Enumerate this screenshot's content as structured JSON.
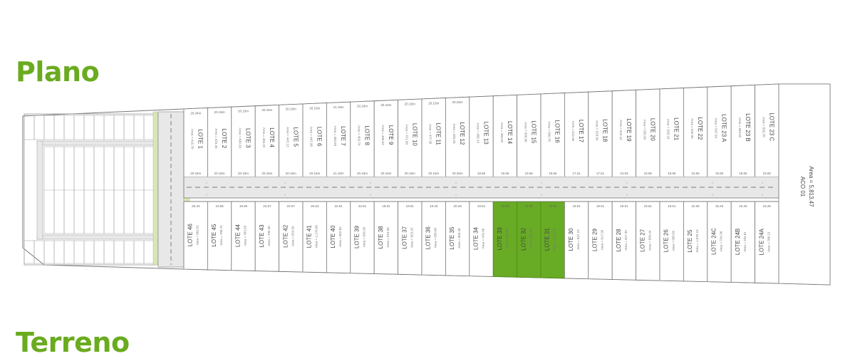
{
  "headings": {
    "plano": "Plano",
    "terreno": "Terreno"
  },
  "colors": {
    "accent": "#6aab1f",
    "highlight_fill": "#68ab25",
    "line": "#777777",
    "road": "#e8e8e8"
  },
  "top_lots": [
    {
      "label": "LOTE 1",
      "area": "Area = 416.70"
    },
    {
      "label": "LOTE 2",
      "area": "Area = 424.46"
    },
    {
      "label": "LOTE 3",
      "area": "Area = 430.34"
    },
    {
      "label": "LOTE 4",
      "area": "Area = 436.22"
    },
    {
      "label": "LOTE 5",
      "area": "Area = 442.13"
    },
    {
      "label": "LOTE 6",
      "area": "Area = 447.98"
    },
    {
      "label": "LOTE 7",
      "area": "Area = 453.83"
    },
    {
      "label": "LOTE 8",
      "area": "Area = 459.74"
    },
    {
      "label": "LOTE 9",
      "area": "Area = 465.62"
    },
    {
      "label": "LOTE 10",
      "area": "Area = 471.50"
    },
    {
      "label": "LOTE 11",
      "area": "Area = 477.38"
    },
    {
      "label": "LOTE 12",
      "area": "Area = 483.26"
    },
    {
      "label": "LOTE 13",
      "area": "Area = 489.14"
    },
    {
      "label": "LOTE 14",
      "area": "Area = 495.02"
    },
    {
      "label": "LOTE 15",
      "area": "Area = 500.90"
    },
    {
      "label": "LOTE 16",
      "area": "Area = 506.78"
    },
    {
      "label": "LOTE 17",
      "area": "Area = 512.66"
    },
    {
      "label": "LOTE 18",
      "area": "Area = 518.54"
    },
    {
      "label": "LOTE 19",
      "area": "Area = 524.42"
    },
    {
      "label": "LOTE 20",
      "area": "Area = 530.30"
    },
    {
      "label": "LOTE 21",
      "area": "Area = 536.18"
    },
    {
      "label": "LOTE 22",
      "area": "Area = 542.06"
    },
    {
      "label": "LOTE 23 A",
      "area": "Area = 547.94"
    },
    {
      "label": "LOTE 23 B",
      "area": "Area = 553.82"
    },
    {
      "label": "LOTE 23 C",
      "area": "Area = 559.70"
    }
  ],
  "bottom_lots": [
    {
      "label": "LOTE 46",
      "area": "Area = 862.91",
      "highlight": false
    },
    {
      "label": "LOTE 45",
      "area": "Area = 788.75",
      "highlight": false
    },
    {
      "label": "LOTE 44",
      "area": "Area = 783.63",
      "highlight": false
    },
    {
      "label": "LOTE 43",
      "area": "Area = 705.30",
      "highlight": false
    },
    {
      "label": "LOTE 42",
      "area": "Area = 634.50",
      "highlight": false
    },
    {
      "label": "LOTE 41",
      "area": "Area = 1,170.68",
      "highlight": false
    },
    {
      "label": "LOTE 40",
      "area": "Area = 952.82",
      "highlight": false
    },
    {
      "label": "LOTE 39",
      "area": "Area = 826.05",
      "highlight": false
    },
    {
      "label": "LOTE 38",
      "area": "Area = 816.90",
      "highlight": false
    },
    {
      "label": "LOTE 37",
      "area": "Area = 823.32",
      "highlight": false
    },
    {
      "label": "LOTE 36",
      "area": "Area = 836.00",
      "highlight": false
    },
    {
      "label": "LOTE 35",
      "area": "Area = 855.48",
      "highlight": false
    },
    {
      "label": "LOTE 34",
      "area": "Area = 476.06",
      "highlight": false
    },
    {
      "label": "LOTE 33",
      "area": "Area = 960.91",
      "highlight": true
    },
    {
      "label": "LOTE 32",
      "area": "Area = 998.28",
      "highlight": true
    },
    {
      "label": "LOTE 31",
      "area": "Area = 1,007.20",
      "highlight": true
    },
    {
      "label": "LOTE 30",
      "area": "Area = 847.23",
      "highlight": false
    },
    {
      "label": "LOTE 29",
      "area": "Area = 817.05",
      "highlight": false
    },
    {
      "label": "LOTE 28",
      "area": "Area = 827.30",
      "highlight": false
    },
    {
      "label": "LOTE 27",
      "area": "Area = 839.44",
      "highlight": false
    },
    {
      "label": "LOTE 26",
      "area": "Area = 950.56",
      "highlight": false
    },
    {
      "label": "LOTE 25",
      "area": "Area = 1,070.10",
      "highlight": false
    },
    {
      "label": "LOTE 24C",
      "area": "Area = 734.38",
      "highlight": false
    },
    {
      "label": "LOTE 24B",
      "area": "Area = 764.61",
      "highlight": false
    },
    {
      "label": "LOTE 24A",
      "area": "Area = 788.23",
      "highlight": false
    }
  ],
  "bottom_frontages": [
    "20.34",
    "19.86",
    "19.86",
    "22.57",
    "22.87",
    "26.53",
    "22.81",
    "22.81",
    "19.81",
    "19.81",
    "19.33",
    "20.29",
    "19.61",
    "22.05",
    "22.05",
    "22.05",
    "19.61",
    "19.61",
    "19.61",
    "19.61",
    "19.61",
    "22.06",
    "16.26",
    "16.26",
    "16.26"
  ],
  "top_frontages": [
    "19.65",
    "19.65",
    "19.65",
    "19.65",
    "17.51",
    "17.51",
    "24.93",
    "19.65",
    "19.65",
    "19.65",
    "19.65",
    "19.65",
    "19.65"
  ],
  "top_widths": [
    "20.34m",
    "20.15m",
    "20.15m",
    "20.15m",
    "20.15m",
    "20.15m",
    "21.15m",
    "20.16m",
    "20.15m",
    "20.15m",
    "20.15m",
    "20.25m"
  ],
  "aco": {
    "label": "ACO 01",
    "area": "Area = 5,813.47"
  }
}
